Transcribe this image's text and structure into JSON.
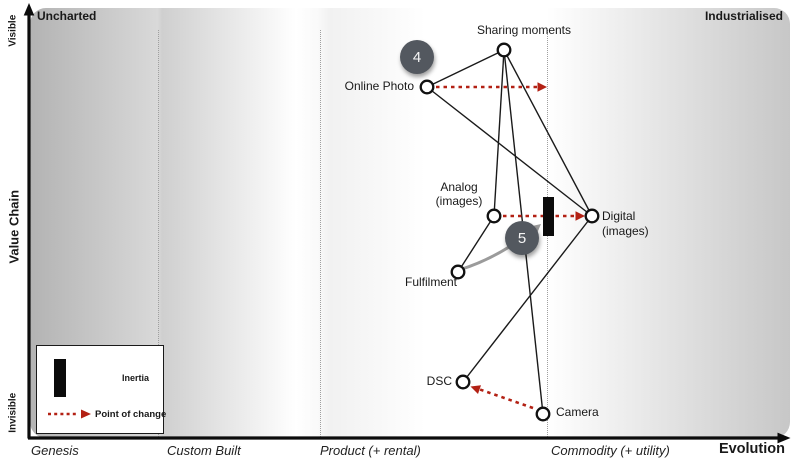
{
  "map": {
    "corner_labels": {
      "top_left": "Uncharted",
      "top_right": "Industrialised"
    },
    "y_axis": {
      "title": "Value Chain",
      "top_label": "Visible",
      "bottom_label": "Invisible"
    },
    "x_axis": {
      "title": "Evolution",
      "stages": [
        "Genesis",
        "Custom Built",
        "Product (+ rental)",
        "Commodity (+ utility)"
      ]
    },
    "nodes": [
      {
        "id": "sharing-moments",
        "label": "Sharing moments"
      },
      {
        "id": "online-photo",
        "label": "Online Photo"
      },
      {
        "id": "analog-images",
        "label": "Analog",
        "sublabel": "(images)"
      },
      {
        "id": "digital-images",
        "label": "Digital",
        "sublabel": "(images)"
      },
      {
        "id": "fulfilment",
        "label": "Fulfilment"
      },
      {
        "id": "dsc",
        "label": "DSC"
      },
      {
        "id": "camera",
        "label": "Camera"
      }
    ],
    "edges": [
      [
        "Sharing moments",
        "Online Photo"
      ],
      [
        "Sharing moments",
        "Analog (images)"
      ],
      [
        "Sharing moments",
        "Digital (images)"
      ],
      [
        "Sharing moments",
        "Camera"
      ],
      [
        "Online Photo",
        "Digital (images)"
      ],
      [
        "Analog (images)",
        "Fulfilment"
      ],
      [
        "Digital (images)",
        "DSC"
      ]
    ],
    "annotations": [
      {
        "label": "4"
      },
      {
        "label": "5"
      }
    ],
    "change_arrows": [
      {
        "from": "Online Photo",
        "direction": "right"
      },
      {
        "from": "Analog (images)",
        "to": "Digital (images)"
      },
      {
        "from": "Camera",
        "to": "DSC"
      }
    ],
    "legend": {
      "inertia_label": "Inertia",
      "point_of_change_label": "Point of change"
    },
    "colors": {
      "change_red": "#b32114",
      "annotation_badge": "#53585f",
      "inertia_bar": "#0b0b0b",
      "inertia_arrow_gray": "#9b9b9b"
    }
  }
}
